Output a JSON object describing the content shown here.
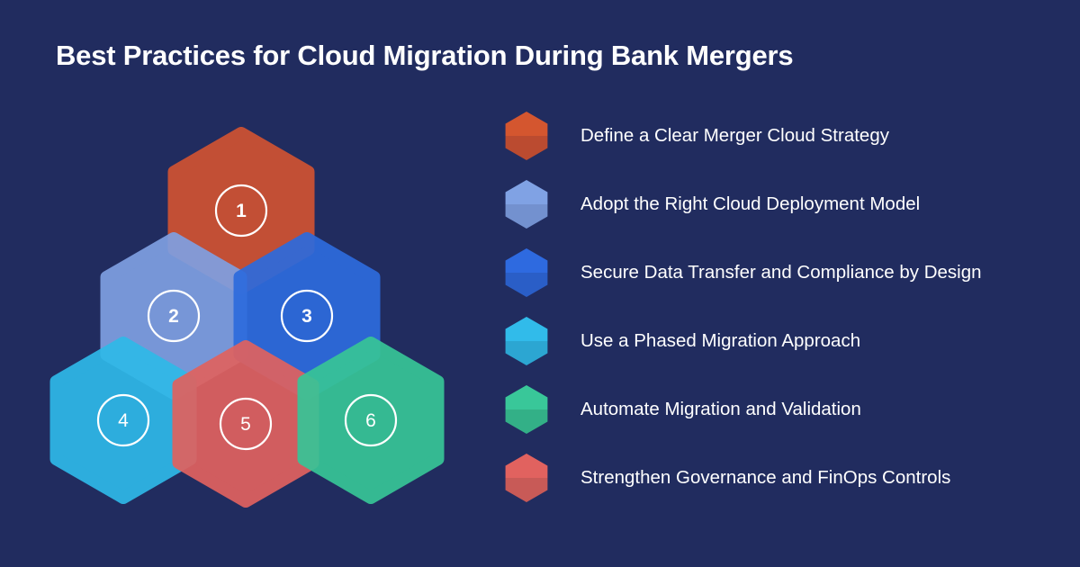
{
  "title": "Best Practices for Cloud Migration During Bank Mergers",
  "hexagons": [
    {
      "number": "1",
      "color": "#d05332"
    },
    {
      "number": "2",
      "color": "#7fa0e2"
    },
    {
      "number": "3",
      "color": "#2d6bdd"
    },
    {
      "number": "4",
      "color": "#2fb9e8"
    },
    {
      "number": "5",
      "color": "#e0625f"
    },
    {
      "number": "6",
      "color": "#37c597"
    }
  ],
  "practices": [
    {
      "label": "Define a Clear Merger Cloud Strategy",
      "top": "#d4562f",
      "bottom": "#bb4b30"
    },
    {
      "label": "Adopt the Right Cloud Deployment Model",
      "top": "#80a2e4",
      "bottom": "#7391cf"
    },
    {
      "label": "Secure Data Transfer and Compliance by Design",
      "top": "#2e6ae0",
      "bottom": "#2a5ec7"
    },
    {
      "label": "Use a Phased Migration Approach",
      "top": "#31bbea",
      "bottom": "#2ca6d2"
    },
    {
      "label": "Automate Migration and Validation",
      "top": "#39c799",
      "bottom": "#33b087"
    },
    {
      "label": "Strengthen Governance and FinOps Controls",
      "top": "#e1625f",
      "bottom": "#c85a57"
    }
  ]
}
